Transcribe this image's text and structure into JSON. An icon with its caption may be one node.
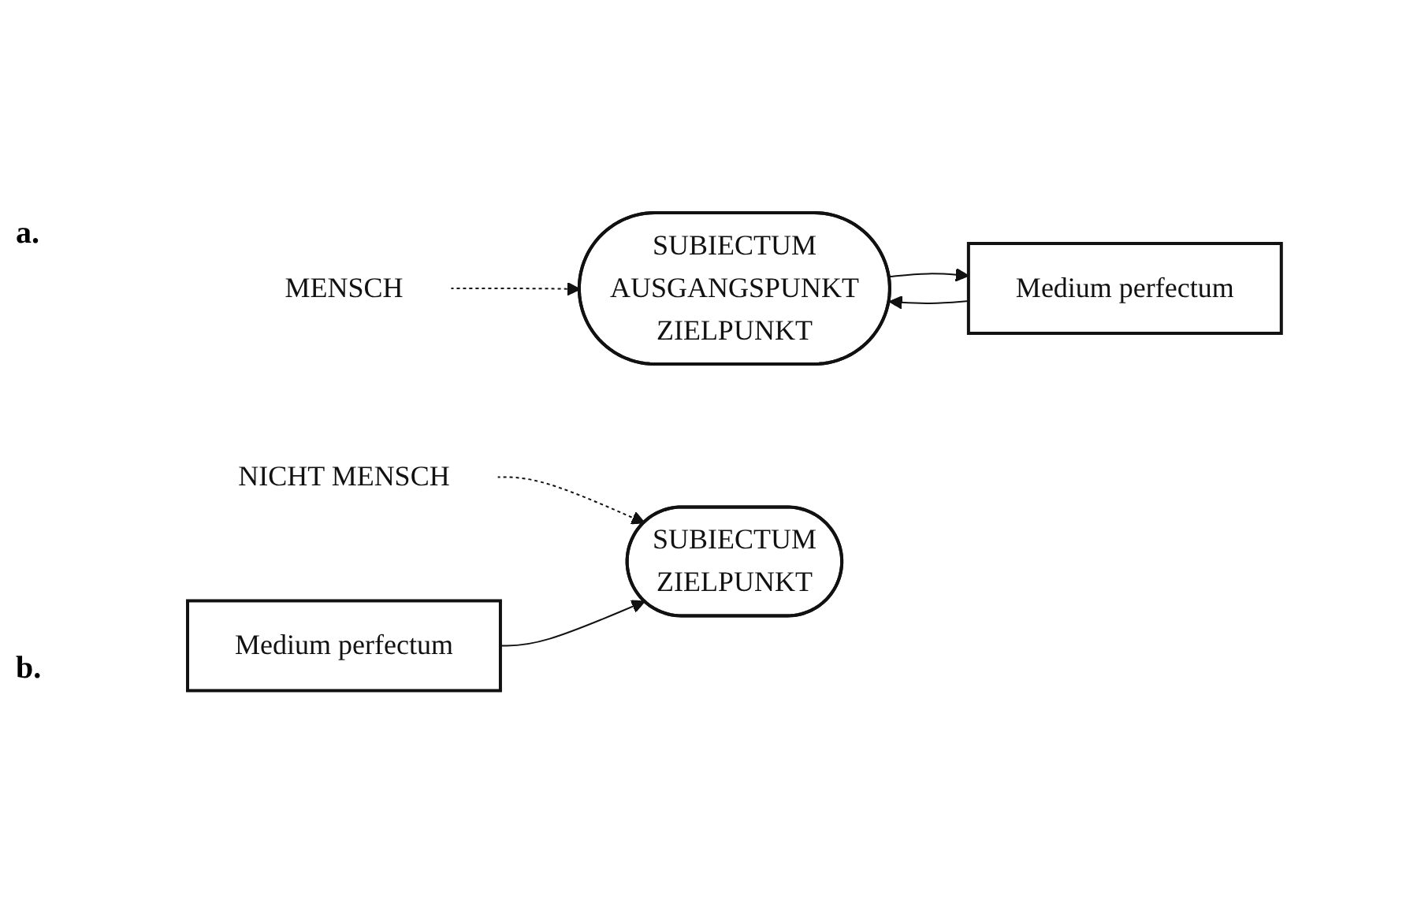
{
  "diagram": {
    "nodes": [
      {
        "text": [
          "MENSCH"
        ]
      },
      {
        "text": [
          "SUBIECTUM",
          "AUSGANGSPUNKT",
          "ZIELPUNKT"
        ]
      },
      {
        "text": [
          "Medium perfectum"
        ]
      },
      {
        "text": [
          "NICHT MENSCH"
        ]
      },
      {
        "text": [
          "SUBIECTUM",
          "ZIELPUNKT"
        ]
      },
      {
        "text": [
          "Medium perfectum"
        ]
      }
    ],
    "edges": [
      {
        "from": 0,
        "to": 1,
        "arrow": "to",
        "style": "dashed"
      },
      {
        "from": 1,
        "to": 2,
        "arrow": "to"
      },
      {
        "from": 2,
        "to": 1,
        "arrow": "to"
      },
      {
        "from": 3,
        "to": 4,
        "arrow": "to",
        "style": "dashed"
      },
      {
        "from": 5,
        "to": 4,
        "arrow": "to"
      }
    ],
    "labels": [
      "a.",
      "b."
    ]
  }
}
